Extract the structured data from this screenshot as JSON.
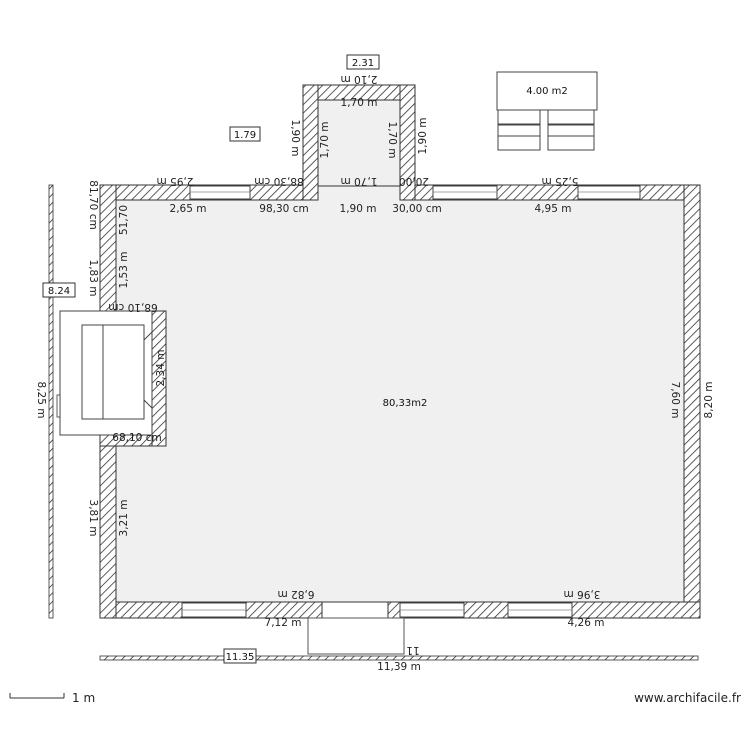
{
  "plan": {
    "main_room_area": "80,33m2",
    "top_labels": {
      "north_seg1": "2,95 m",
      "north_seg2": "88,30 cm",
      "alcove_outer_top": "2,10 m",
      "alcove_inner_top": "1,70 m",
      "alcove_left_outer": "1,90 m",
      "alcove_left_inner": "1,70 m",
      "alcove_right_inner": "1,70 m",
      "alcove_right_outer": "1,90 m",
      "alcove_bottom": "1,70 m",
      "north_seg3": "20,00",
      "north_seg4": "5,25 m",
      "inner_seg1": "2,65 m",
      "inner_seg2": "98,30 cm",
      "inner_seg3": "1,90 m",
      "inner_seg4": "30,00 cm",
      "inner_seg5": "4,95 m"
    },
    "west_labels": {
      "outer_top": "81,70 cm",
      "inner_top": "51,70",
      "outer_mid": "1,83 m",
      "inner_mid": "1,53 m",
      "niche_top": "68,10 cm",
      "niche_depth": "2,34 m",
      "niche_bottom": "68,10 cm",
      "outer_low": "3,81 m",
      "inner_low": "3,21 m"
    },
    "east_labels": {
      "inner": "7,60 m",
      "outer": "8,20 m"
    },
    "south_labels": {
      "inner_left": "6,82 m",
      "inner_right": "3,96 m",
      "outer_left": "7,12 m",
      "outer_right": "4,26 m",
      "door_dim": "11",
      "total_width": "11,39 m"
    },
    "side_line_label": "8,25 m",
    "boxes": {
      "alcove_area": "2.31",
      "small_area": "1.79",
      "side_area": "8.24",
      "bottom_line_area": "11.35",
      "furniture_area": "4.00 m2"
    }
  },
  "scale_label": "1 m",
  "watermark": "www.archifacile.fr"
}
